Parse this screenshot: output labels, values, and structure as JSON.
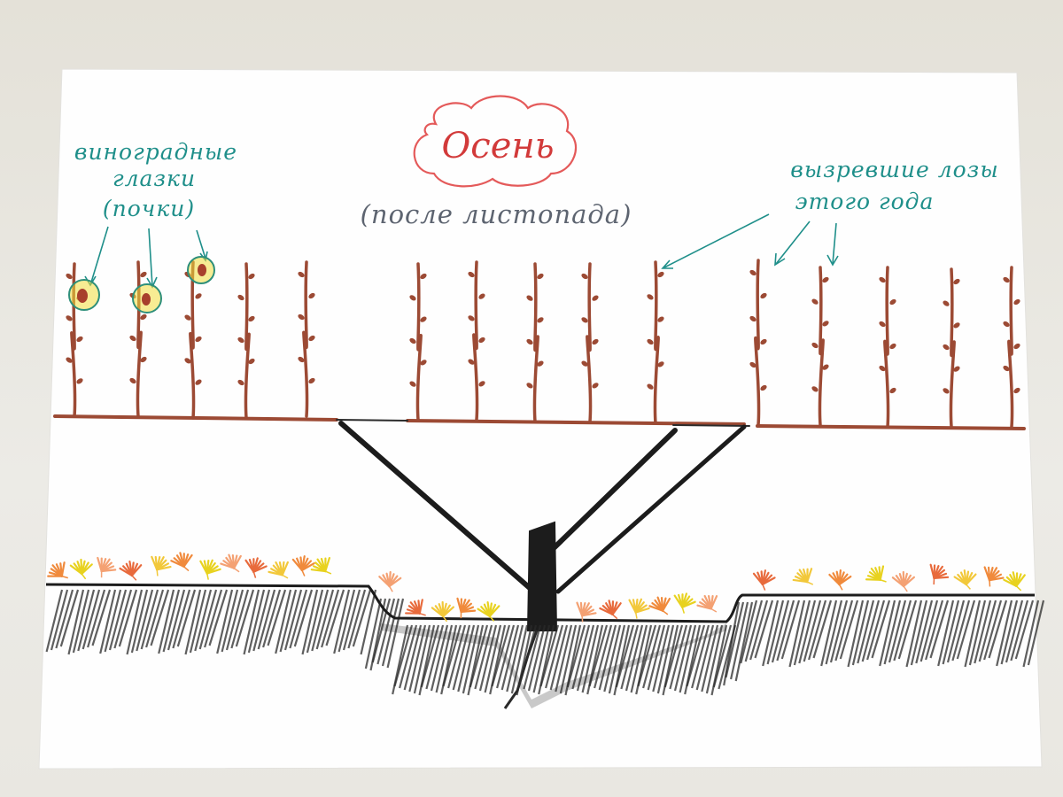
{
  "labels": {
    "title": "Осень",
    "subtitle": "(после листопада)",
    "buds_line1": "виноградные",
    "buds_line2": "глазки",
    "buds_line3": "(почки)",
    "vines_line1": "вызревшие лозы",
    "vines_line2": "этого года"
  },
  "colors": {
    "paper": "#ffffff",
    "vine": "#9c4a34",
    "arrow": "#1f8f8a",
    "trunk": "#1c1c1c",
    "soil": "#2a2a2a",
    "bud_ring": "#2e8f7a",
    "bud_fill": "#e6cf1f",
    "leaf_orange": "#f08a3c",
    "leaf_yellow": "#e8d21f",
    "leaf_peach": "#f4a173",
    "title_cloud": "#e45a5a"
  },
  "icons": {
    "bud": "bud-icon",
    "leaf": "fallen-leaf-icon",
    "arrow": "pointer-arrow-icon"
  }
}
